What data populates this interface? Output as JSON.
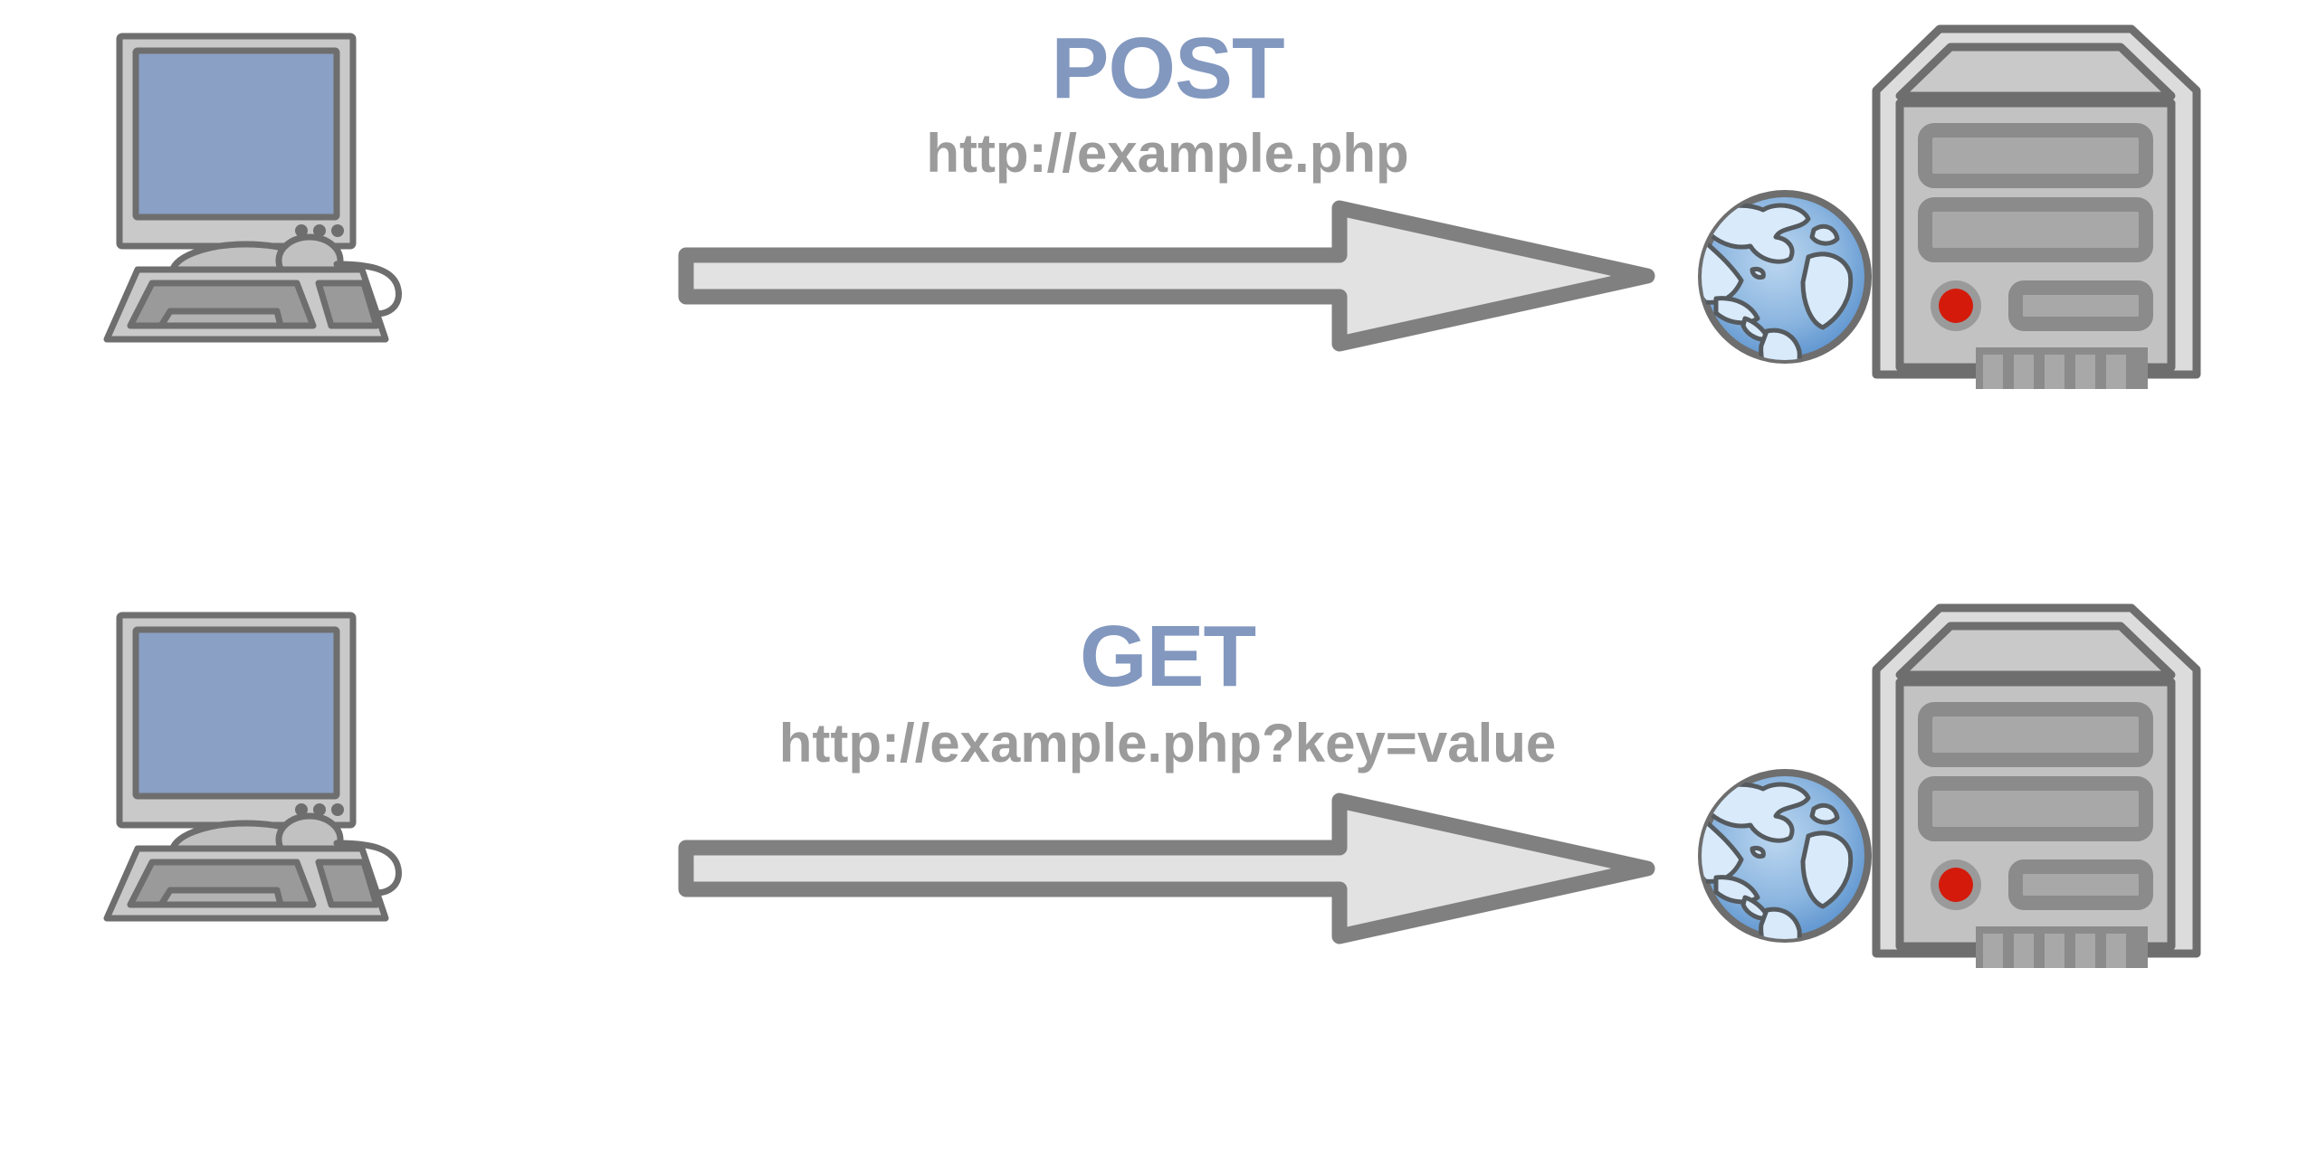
{
  "diagram": {
    "title": "HTTP POST vs GET request diagram",
    "background_color": "#ffffff",
    "palette": {
      "method_label": "#8398bf",
      "url_text": "#9b9b9b",
      "outline": "#6e6e6e",
      "device_light": "#c9c9c9",
      "device_mid": "#9a9a9a",
      "screen_blue": "#8aa0c4",
      "arrow_fill": "#e2e2e2",
      "arrow_stroke": "#808080",
      "led_red": "#d41b0b",
      "globe_ocean": "#5a90cc",
      "globe_land": "#d9eafb"
    },
    "rows": [
      {
        "id": "post-row",
        "method": "POST",
        "url": "http://example.php",
        "client_icon": "desktop-computer-icon",
        "arrow_icon": "right-arrow-icon",
        "network_icon": "globe-icon",
        "server_icon": "server-tower-icon",
        "server_led_color": "#d41b0b"
      },
      {
        "id": "get-row",
        "method": "GET",
        "url": "http://example.php?key=value",
        "client_icon": "desktop-computer-icon",
        "arrow_icon": "right-arrow-icon",
        "network_icon": "globe-icon",
        "server_icon": "server-tower-icon",
        "server_led_color": "#d41b0b"
      }
    ]
  }
}
